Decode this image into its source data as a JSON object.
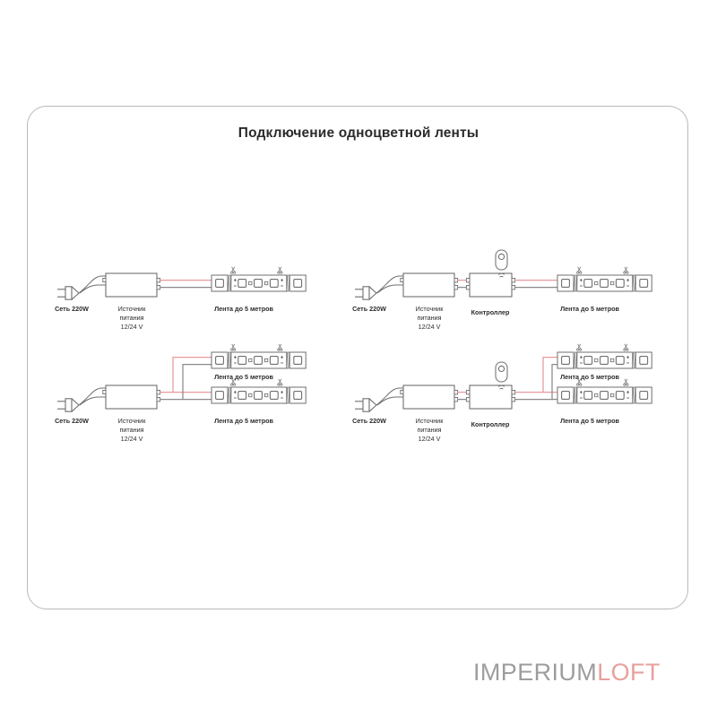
{
  "page": {
    "title": "Подключение одноцветной ленты",
    "background": "#ffffff",
    "frame_border_color": "#b9b9b9"
  },
  "colors": {
    "wire_positive": "#e8999c",
    "wire_negative": "#8a8a8a",
    "outline": "#6f6f6f",
    "text": "#2b2b2b",
    "logo_gray": "#9d9d9d",
    "logo_pink": "#e8a09c"
  },
  "labels": {
    "mains": "Сеть 220W",
    "psu_line1": "Источник",
    "psu_line2": "питания",
    "psu_line3": "12/24 V",
    "controller": "Контроллер",
    "strip": "Лента до 5 метров",
    "cut_mark": "✂"
  },
  "diagrams": [
    {
      "id": "diagram-1",
      "name": "single-strip-direct",
      "has_controller": false,
      "strip_count": 1,
      "nodes": [
        {
          "type": "plug",
          "label": "Сеть 220W"
        },
        {
          "type": "power-supply",
          "label": "Источник питания 12/24 V"
        },
        {
          "type": "led-strip",
          "label": "Лента до 5 метров"
        }
      ]
    },
    {
      "id": "diagram-2",
      "name": "single-strip-with-controller",
      "has_controller": true,
      "strip_count": 1,
      "nodes": [
        {
          "type": "plug",
          "label": "Сеть 220W"
        },
        {
          "type": "power-supply",
          "label": "Источник питания 12/24 V"
        },
        {
          "type": "controller",
          "label": "Контроллер"
        },
        {
          "type": "remote",
          "label": ""
        },
        {
          "type": "led-strip",
          "label": "Лента до 5 метров"
        }
      ]
    },
    {
      "id": "diagram-3",
      "name": "dual-strip-direct",
      "has_controller": false,
      "strip_count": 2,
      "nodes": [
        {
          "type": "plug",
          "label": "Сеть 220W"
        },
        {
          "type": "power-supply",
          "label": "Источник питания 12/24 V"
        },
        {
          "type": "led-strip",
          "label": "Лента до 5 метров"
        },
        {
          "type": "led-strip",
          "label": "Лента до 5 метров"
        }
      ]
    },
    {
      "id": "diagram-4",
      "name": "dual-strip-with-controller",
      "has_controller": true,
      "strip_count": 2,
      "nodes": [
        {
          "type": "plug",
          "label": "Сеть 220W"
        },
        {
          "type": "power-supply",
          "label": "Источник питания 12/24 V"
        },
        {
          "type": "controller",
          "label": "Контроллер"
        },
        {
          "type": "remote",
          "label": ""
        },
        {
          "type": "led-strip",
          "label": "Лента до 5 метров"
        },
        {
          "type": "led-strip",
          "label": "Лента до 5 метров"
        }
      ]
    }
  ],
  "watermark": {
    "part1": "IMPERIUM",
    "part2": "LOFT"
  }
}
